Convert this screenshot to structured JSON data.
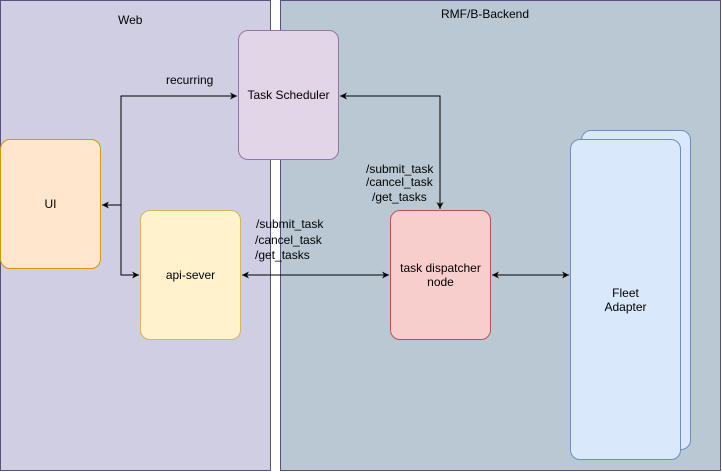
{
  "zones": {
    "web": {
      "label": "Web"
    },
    "backend": {
      "label": "RMF/B-Backend"
    }
  },
  "nodes": {
    "task_scheduler": "Task Scheduler",
    "ui": "UI",
    "api_server": "api-sever",
    "task_dispatcher": "task dispatcher\nnode",
    "fleet_adapter": "Fleet\nAdapter"
  },
  "edge_labels": {
    "recurring": "recurring",
    "scheduler_dispatcher": [
      "/submit_task",
      "/cancel_task",
      "/get_tasks"
    ],
    "api_dispatcher": [
      "/submit_task",
      "/cancel_task",
      "/get_tasks"
    ]
  },
  "colors": {
    "web_fill": "#d0cee2",
    "backend_fill": "#bac8d3",
    "scheduler_fill": "#e1d5e7",
    "ui_fill": "#ffe6cc",
    "api_fill": "#fff2cc",
    "dispatcher_fill": "#f8cecc",
    "fleet_fill": "#dae8fc"
  }
}
